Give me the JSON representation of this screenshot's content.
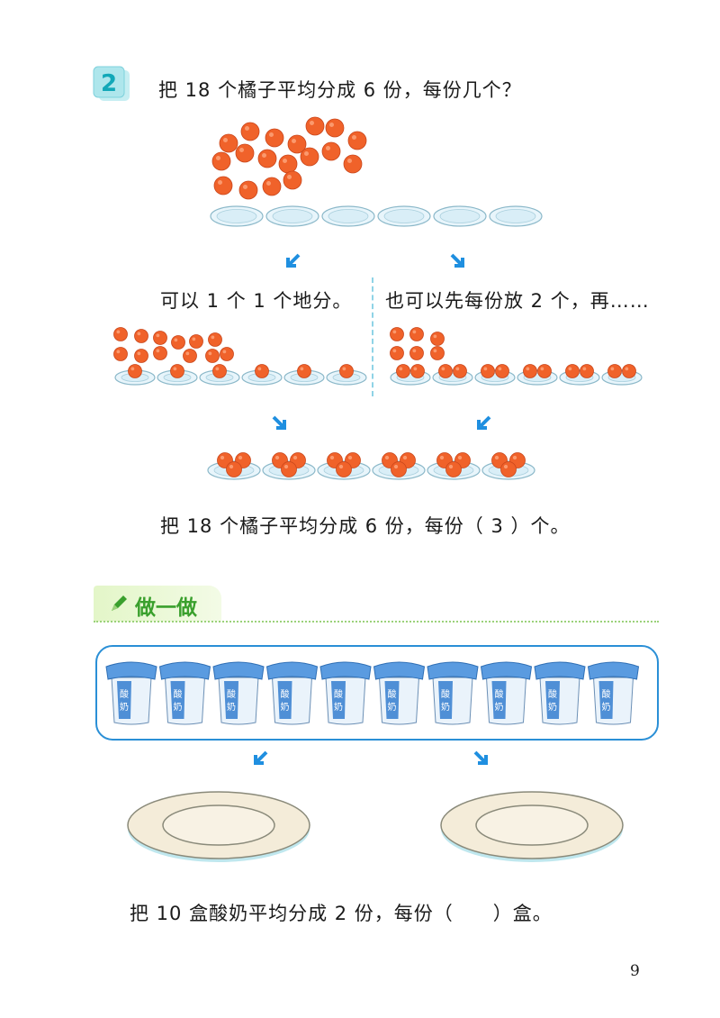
{
  "example": {
    "number": "2",
    "question": "把 18 个橘子平均分成 6 份，每份几个？",
    "method_one": "可以 1 个 1 个地分。",
    "method_two": "也可以先每份放 2 个，再……",
    "answer": "把 18 个橘子平均分成 6 份，每份（ 3 ）个。"
  },
  "practice": {
    "title": "做一做",
    "yogurt_label": "酸奶",
    "question": "把 10 盒酸奶平均分成 2 份，每份（　　）盒。"
  },
  "page_number": "9",
  "colors": {
    "orange": "#f0622a",
    "plate": "#d9eef7",
    "accent": "#2aa7c9",
    "arrow": "#1f8fe0",
    "green": "#3aa02d"
  }
}
